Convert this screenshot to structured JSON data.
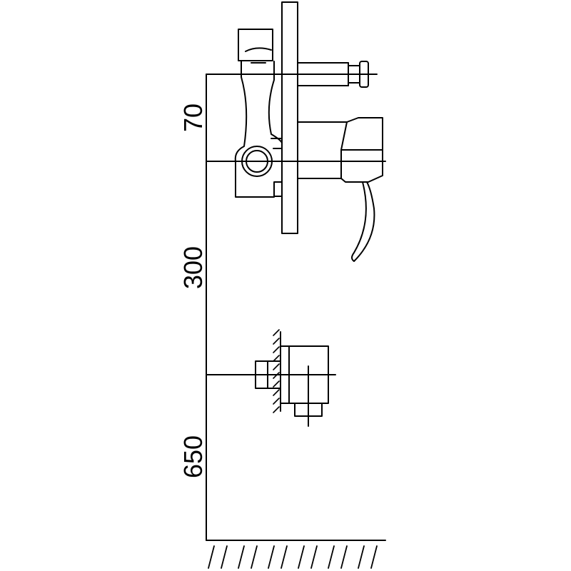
{
  "dimensions": {
    "upper_offset": "70",
    "mixer_to_outlet": "300",
    "outlet_to_floor": "650"
  },
  "colors": {
    "line": "#000000",
    "background": "#ffffff"
  }
}
